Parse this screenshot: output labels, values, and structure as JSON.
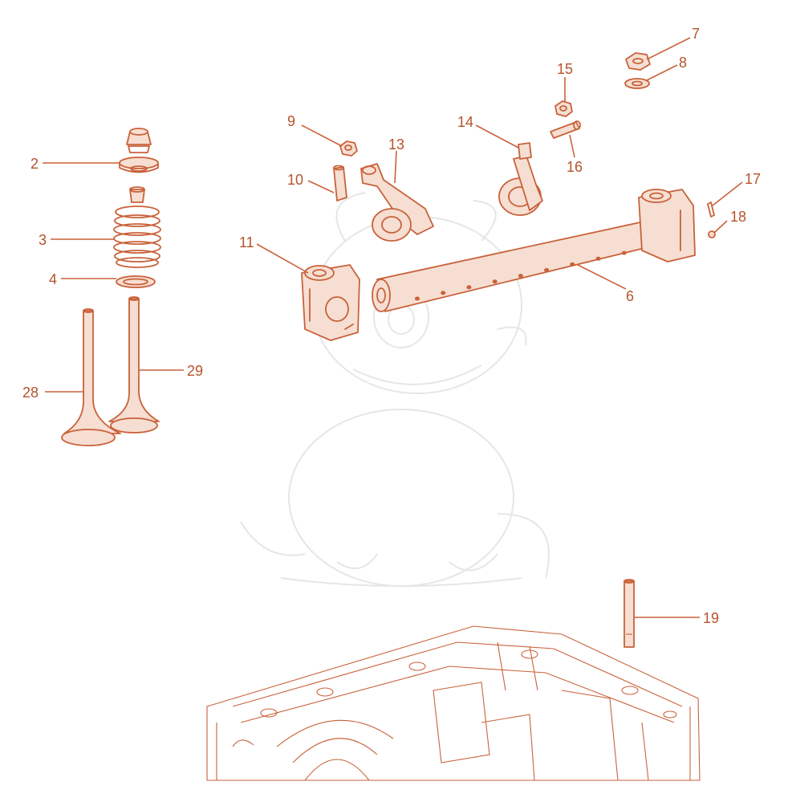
{
  "colors": {
    "line": "#c9623a",
    "label": "#b5532c",
    "part_fill": "#f6ded2",
    "watermark": "#e6e6e6",
    "background": "#ffffff"
  },
  "callouts": [
    {
      "id": "2",
      "text": "2"
    },
    {
      "id": "3",
      "text": "3"
    },
    {
      "id": "4",
      "text": "4"
    },
    {
      "id": "6",
      "text": "6"
    },
    {
      "id": "7",
      "text": "7"
    },
    {
      "id": "8",
      "text": "8"
    },
    {
      "id": "9",
      "text": "9"
    },
    {
      "id": "10",
      "text": "10"
    },
    {
      "id": "11",
      "text": "11"
    },
    {
      "id": "13",
      "text": "13"
    },
    {
      "id": "14",
      "text": "14"
    },
    {
      "id": "15",
      "text": "15"
    },
    {
      "id": "16",
      "text": "16"
    },
    {
      "id": "17",
      "text": "17"
    },
    {
      "id": "18",
      "text": "18"
    },
    {
      "id": "19",
      "text": "19"
    },
    {
      "id": "28",
      "text": "28"
    },
    {
      "id": "29",
      "text": "29"
    }
  ],
  "watermark_icon": "dragon-mascot-icon"
}
